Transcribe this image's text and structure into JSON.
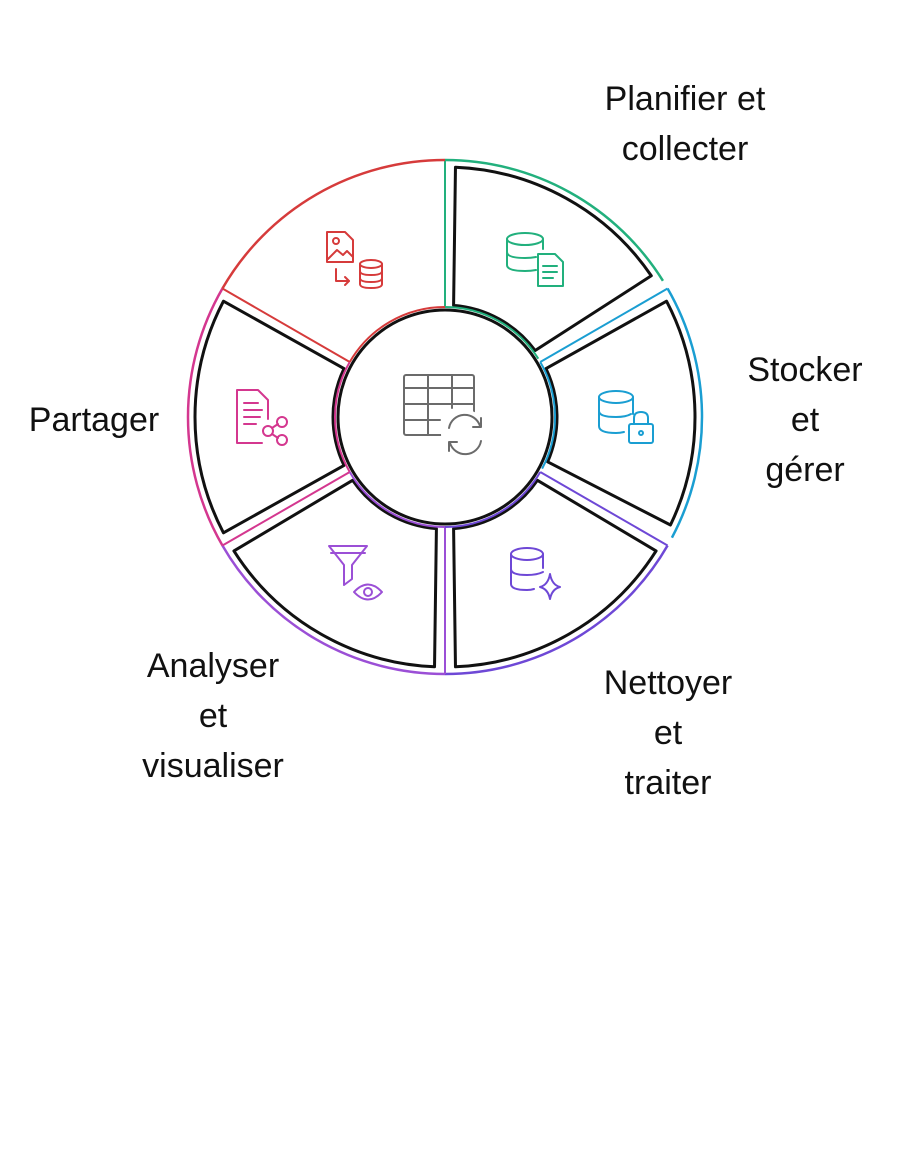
{
  "colors": {
    "background": "#ffffff",
    "text": "#111111",
    "segment_stroke": "#111111",
    "center_icon": "#6b6b6b",
    "plan": "#22b07d",
    "store": "#1a9ed2",
    "clean": "#6e48d6",
    "analyze": "#9b4fd6",
    "share": "#d4378f",
    "top": "#d63b3b"
  },
  "center": {
    "icon": "table-sync-icon"
  },
  "segments": [
    {
      "id": "plan",
      "icon": "database-document-icon",
      "color_key": "plan",
      "label_lines": [
        "Planifier et",
        "collecter"
      ]
    },
    {
      "id": "store",
      "icon": "database-lock-icon",
      "color_key": "store",
      "label_lines": [
        "Stocker",
        "et",
        "gérer"
      ]
    },
    {
      "id": "clean",
      "icon": "database-sparkle-icon",
      "color_key": "clean",
      "label_lines": [
        "Nettoyer",
        "et",
        "traiter"
      ]
    },
    {
      "id": "analyze",
      "icon": "filter-eye-icon",
      "color_key": "analyze",
      "label_lines": [
        "Analyser",
        "et",
        "visualiser"
      ]
    },
    {
      "id": "share",
      "icon": "document-share-icon",
      "color_key": "share",
      "label_lines": [
        "Partager"
      ]
    },
    {
      "id": "top",
      "icon": "image-to-database-icon",
      "color_key": "top",
      "label_lines": []
    }
  ]
}
